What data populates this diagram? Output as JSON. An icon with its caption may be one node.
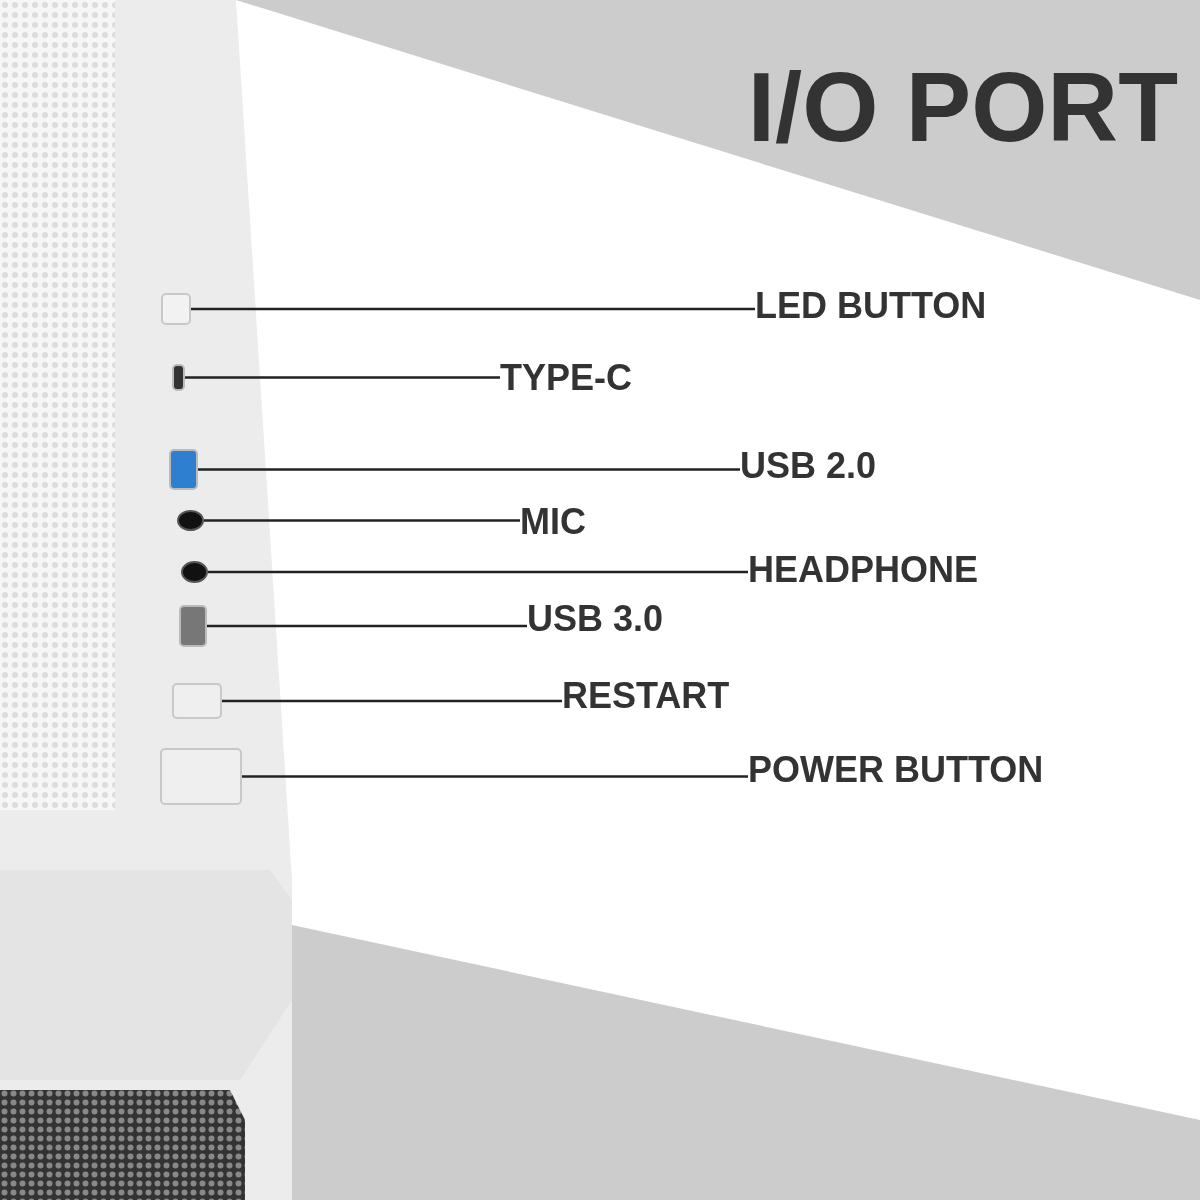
{
  "diagram": {
    "title": "I/O PORT",
    "nodes": [
      {
        "text": [],
        "shape": "box"
      },
      {
        "text": [
          "LED BUTTON"
        ]
      },
      {
        "text": [],
        "shape": "box"
      },
      {
        "text": [
          "TYPE-C"
        ]
      },
      {
        "text": [],
        "shape": "box"
      },
      {
        "text": [
          "USB 2.0"
        ]
      },
      {
        "text": [],
        "shape": "circle"
      },
      {
        "text": [
          "MIC"
        ]
      },
      {
        "text": [],
        "shape": "circle"
      },
      {
        "text": [
          "HEADPHONE"
        ]
      },
      {
        "text": [],
        "shape": "box"
      },
      {
        "text": [
          "USB 3.0"
        ]
      },
      {
        "text": [],
        "shape": "box"
      },
      {
        "text": [
          "RESTART"
        ]
      },
      {
        "text": [],
        "shape": "box"
      },
      {
        "text": [
          "POWER BUTTON"
        ]
      }
    ],
    "edges": [
      {
        "from": 1,
        "to": 0,
        "arrow": "none"
      },
      {
        "from": 3,
        "to": 2,
        "arrow": "none"
      },
      {
        "from": 5,
        "to": 4,
        "arrow": "none"
      },
      {
        "from": 7,
        "to": 6,
        "arrow": "none"
      },
      {
        "from": 9,
        "to": 8,
        "arrow": "none"
      },
      {
        "from": 11,
        "to": 10,
        "arrow": "none"
      },
      {
        "from": 13,
        "to": 12,
        "arrow": "none"
      },
      {
        "from": 15,
        "to": 14,
        "arrow": "none"
      }
    ]
  }
}
